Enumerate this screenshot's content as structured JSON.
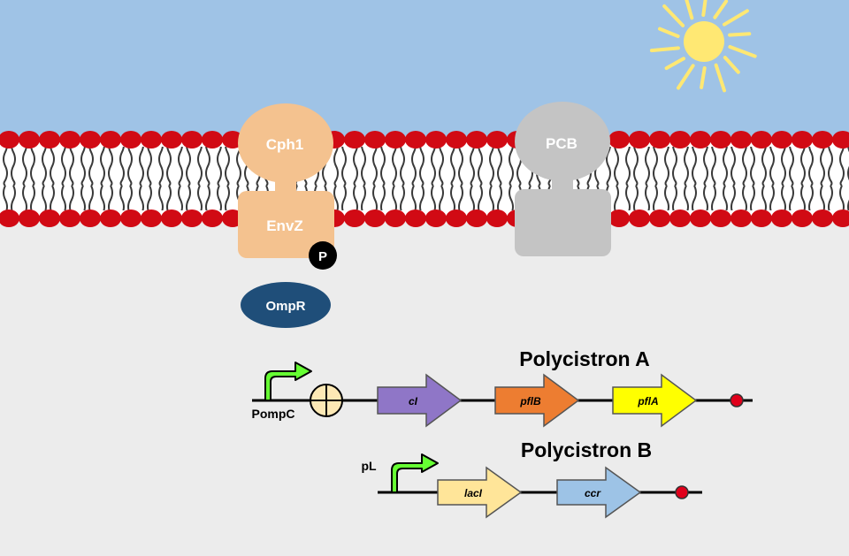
{
  "colors": {
    "sky": "#9fc3e6",
    "cytoplasm": "#ececec",
    "lipid_head": "#d10a14",
    "lipid_tail": "#3a3a3a",
    "sun": "#ffe873",
    "cph1_envz": "#f4c28f",
    "pcb": "#c4c4c4",
    "ompr": "#1f4e79",
    "phosphate": "#000000",
    "promoter_arrow": "#66ff33",
    "operator": "#fde9b5",
    "terminator": "#e0001b",
    "gene_cI": "#8f76c7",
    "gene_pflB": "#ed7d31",
    "gene_pflA": "#ffff00",
    "gene_lacI": "#ffe599",
    "gene_ccr": "#9dc3e6"
  },
  "icons": [
    "sun-icon",
    "promoter-arrow-icon",
    "operator-icon",
    "terminator-icon"
  ],
  "membrane": {
    "receptor1": {
      "top_label": "Cph1",
      "bottom_label": "EnvZ",
      "phospho_label": "P"
    },
    "receptor2": {
      "top_label": "PCB"
    },
    "response_regulator": "OmpR"
  },
  "polycistron_a": {
    "title": "Polycistron A",
    "promoter": "PompC",
    "genes": [
      "cI",
      "pflB",
      "pflA"
    ]
  },
  "polycistron_b": {
    "title": "Polycistron B",
    "promoter": "pL",
    "genes": [
      "lacI",
      "ccr"
    ]
  }
}
